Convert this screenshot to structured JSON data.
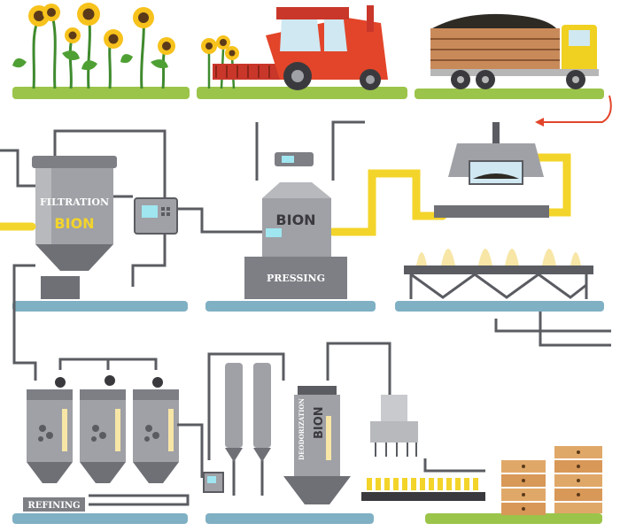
{
  "stages": {
    "filtration": "FILTRATION",
    "pressing": "PRESSING",
    "refining": "REFINING",
    "deodorization": "DEODORIZATION"
  },
  "brand": {
    "filtration": "BION",
    "pressing": "BION",
    "deodorization": "BION"
  },
  "colors": {
    "tank": "#9fa1a6",
    "tank_dark": "#6e7075",
    "pipe": "#5a5c62",
    "yellow_pipe": "#f3d42a",
    "ground": "#7fb0c4",
    "grass": "#9bc44a",
    "harvester": "#e2452a",
    "truck_cab": "#f0d020",
    "oil": "#f7e6a6",
    "box": "#e0a868"
  }
}
